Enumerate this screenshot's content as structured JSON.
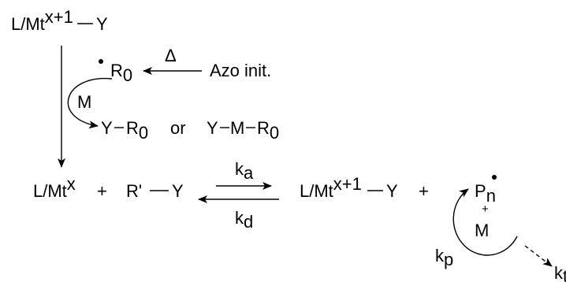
{
  "scheme": {
    "top": {
      "complex_lmt": "L/Mt",
      "complex_sup": "x+1",
      "complex_y": "Y"
    },
    "radical": {
      "symbol": "R",
      "subscript": "0"
    },
    "heat": {
      "label": "Δ"
    },
    "initiator": {
      "label": "Azo init."
    },
    "monomer": {
      "label": "M"
    },
    "products": {
      "y": "Y",
      "r": "R",
      "r_sub": "0",
      "or_text": "or",
      "y2": "Y",
      "m": "M",
      "r2": "R",
      "r2_sub": "0"
    },
    "equilibrium": {
      "left_complex": "L/Mt",
      "left_sup": "x",
      "plus1": "+",
      "rprime": "R'",
      "rprime_y": "Y",
      "ka_k": "k",
      "ka_sub": "a",
      "kd_k": "k",
      "kd_sub": "d",
      "right_complex": "L/Mt",
      "right_sup": "x+1",
      "right_y": "Y",
      "plus2": "+"
    },
    "propagation": {
      "p": "P",
      "p_sub": "n",
      "plus": "+",
      "m": "M",
      "kp_k": "k",
      "kp_sub": "p",
      "kt_k": "k",
      "kt_sub": "t"
    }
  }
}
